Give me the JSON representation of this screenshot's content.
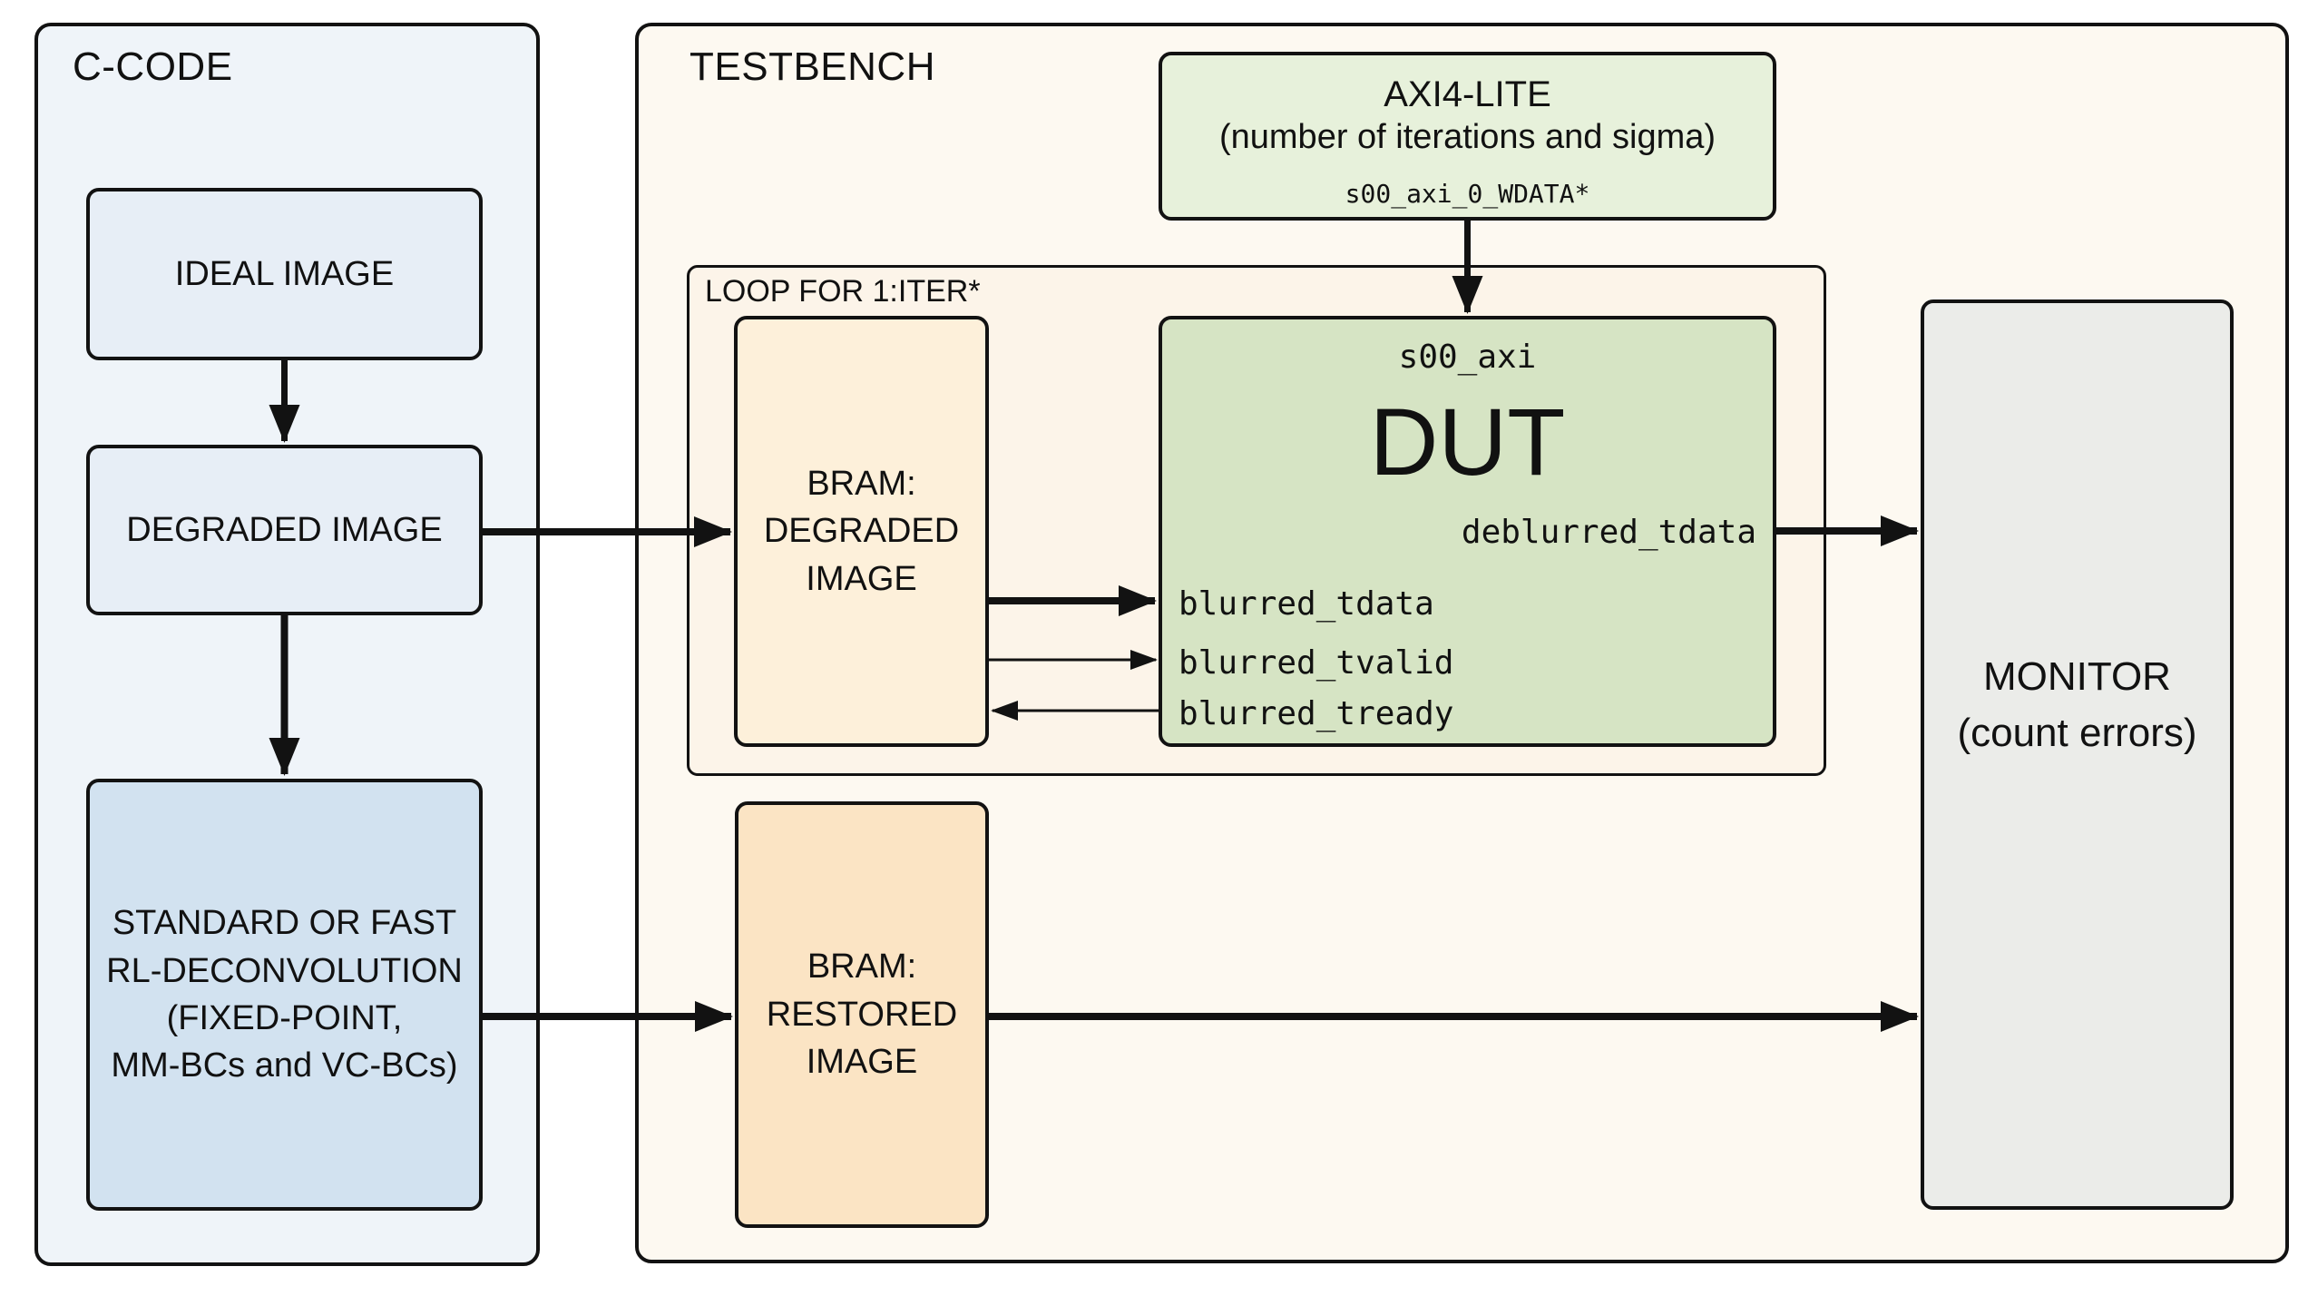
{
  "colors": {
    "page_bg": "#ffffff",
    "line": "#121212",
    "ccode_bg": "#eff4f9",
    "blue_box": "#e7eef6",
    "blue_dark": "#d2e2f0",
    "testbench_bg": "#fdf9f1",
    "loop_bg": "#fcf4e9",
    "axi_green": "#e7f1db",
    "dut_green": "#d6e4c4",
    "bram_light": "#fdf0da",
    "bram_dark": "#fbe4c4",
    "monitor_gray": "#ebece9"
  },
  "c_code": {
    "title": "C-CODE",
    "ideal_box": "IDEAL IMAGE",
    "degraded_box": "DEGRADED IMAGE",
    "rl_box": "STANDARD OR FAST\nRL-DECONVOLUTION\n(FIXED-POINT,\nMM-BCs and VC-BCs)"
  },
  "testbench": {
    "title": "TESTBENCH",
    "axi": {
      "line1": "AXI4-LITE",
      "line2": "(number of iterations and sigma)",
      "signal": "s00_axi_0_WDATA*"
    },
    "loop_label": "LOOP FOR 1:ITER*",
    "bram_degraded": "BRAM:\nDEGRADED\nIMAGE",
    "bram_restored": "BRAM:\nRESTORED\nIMAGE",
    "dut": {
      "port_top": "s00_axi",
      "title": "DUT",
      "out_signal": "deblurred_tdata",
      "in_signals": [
        "blurred_tdata",
        "blurred_tvalid",
        "blurred_tready"
      ]
    },
    "monitor": "MONITOR\n(count errors)"
  }
}
